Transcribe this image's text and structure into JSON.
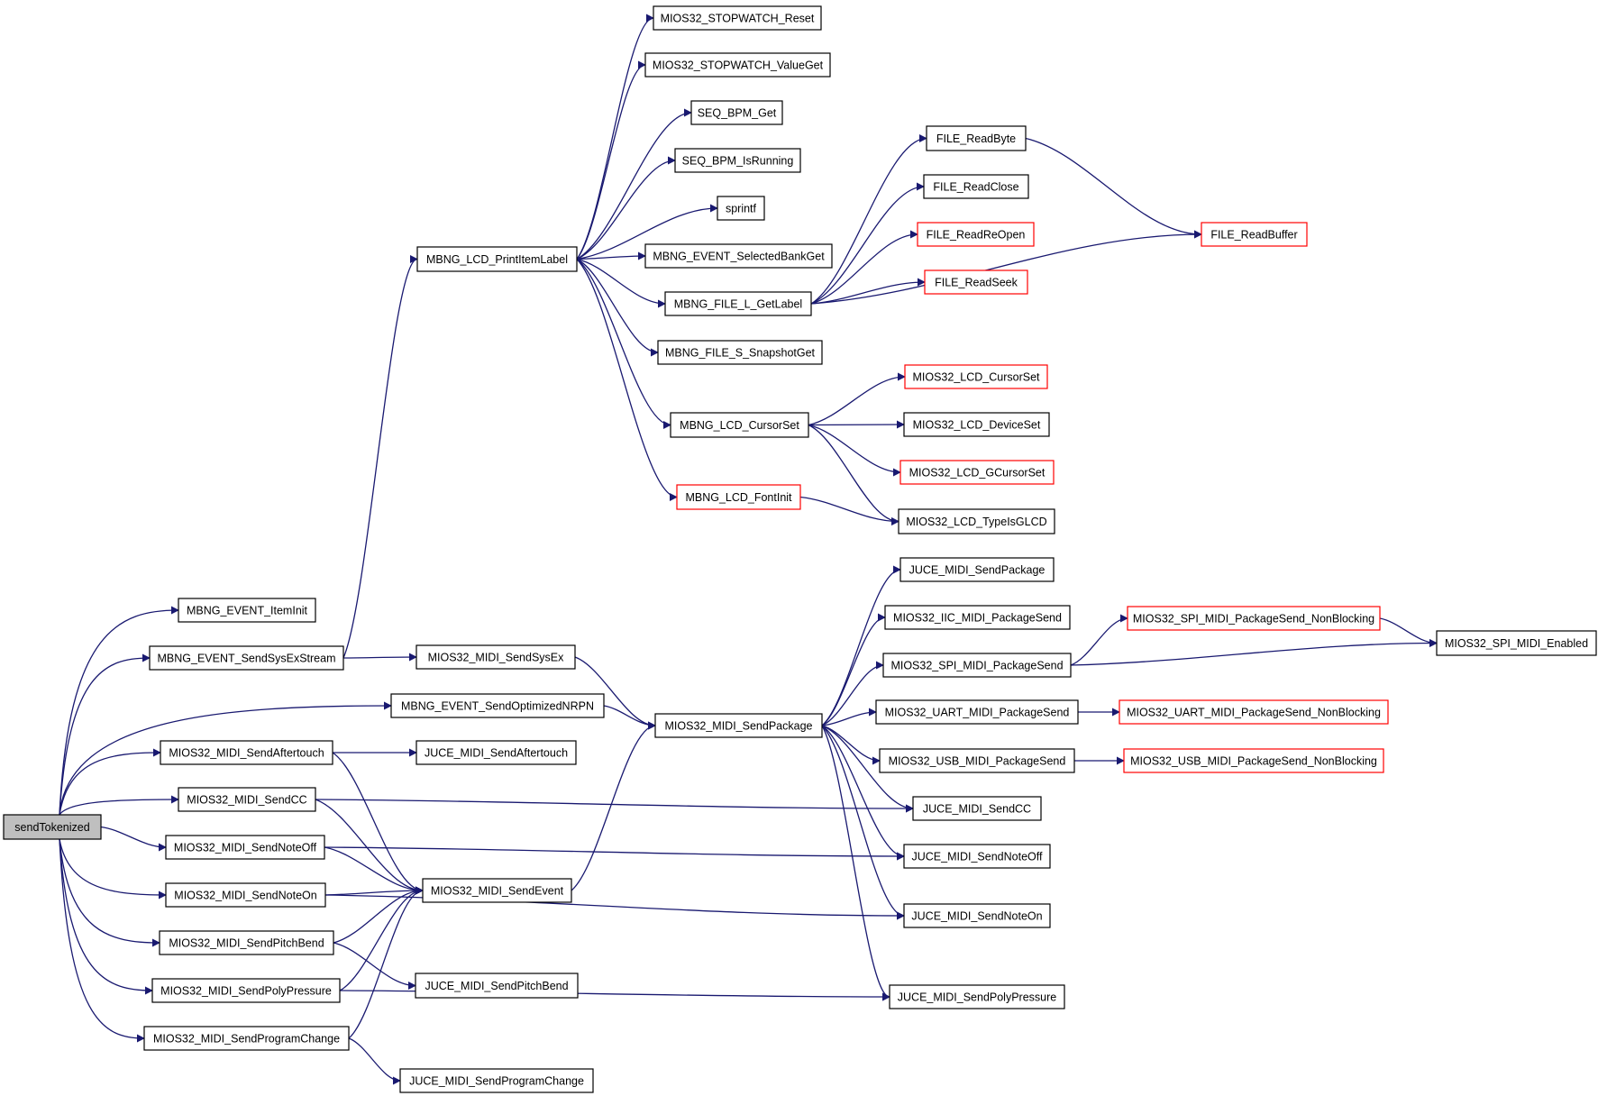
{
  "colors": {
    "edge": "#191970",
    "truncated_border": "#ff0000",
    "normal_border": "#000000",
    "root_fill": "#bfbfbf"
  },
  "nodes": [
    {
      "id": "sendTokenized",
      "label": "sendTokenized",
      "root": true
    },
    {
      "id": "MBNG_EVENT_ItemInit",
      "label": "MBNG_EVENT_ItemInit"
    },
    {
      "id": "MBNG_EVENT_SendSysExStream",
      "label": "MBNG_EVENT_SendSysExStream"
    },
    {
      "id": "MBNG_EVENT_SendOptimizedNRPN",
      "label": "MBNG_EVENT_SendOptimizedNRPN"
    },
    {
      "id": "MIOS32_MIDI_SendAftertouch",
      "label": "MIOS32_MIDI_SendAftertouch"
    },
    {
      "id": "MIOS32_MIDI_SendCC",
      "label": "MIOS32_MIDI_SendCC"
    },
    {
      "id": "MIOS32_MIDI_SendNoteOff",
      "label": "MIOS32_MIDI_SendNoteOff"
    },
    {
      "id": "MIOS32_MIDI_SendNoteOn",
      "label": "MIOS32_MIDI_SendNoteOn"
    },
    {
      "id": "MIOS32_MIDI_SendPitchBend",
      "label": "MIOS32_MIDI_SendPitchBend"
    },
    {
      "id": "MIOS32_MIDI_SendPolyPressure",
      "label": "MIOS32_MIDI_SendPolyPressure"
    },
    {
      "id": "MIOS32_MIDI_SendProgramChange",
      "label": "MIOS32_MIDI_SendProgramChange"
    },
    {
      "id": "MBNG_LCD_PrintItemLabel",
      "label": "MBNG_LCD_PrintItemLabel"
    },
    {
      "id": "MIOS32_MIDI_SendSysEx",
      "label": "MIOS32_MIDI_SendSysEx"
    },
    {
      "id": "JUCE_MIDI_SendAftertouch",
      "label": "JUCE_MIDI_SendAftertouch"
    },
    {
      "id": "MIOS32_MIDI_SendEvent",
      "label": "MIOS32_MIDI_SendEvent"
    },
    {
      "id": "JUCE_MIDI_SendPitchBend",
      "label": "JUCE_MIDI_SendPitchBend"
    },
    {
      "id": "JUCE_MIDI_SendProgramChange",
      "label": "JUCE_MIDI_SendProgramChange"
    },
    {
      "id": "MIOS32_STOPWATCH_Reset",
      "label": "MIOS32_STOPWATCH_Reset"
    },
    {
      "id": "MIOS32_STOPWATCH_ValueGet",
      "label": "MIOS32_STOPWATCH_ValueGet"
    },
    {
      "id": "SEQ_BPM_Get",
      "label": "SEQ_BPM_Get"
    },
    {
      "id": "SEQ_BPM_IsRunning",
      "label": "SEQ_BPM_IsRunning"
    },
    {
      "id": "sprintf",
      "label": "sprintf"
    },
    {
      "id": "MBNG_EVENT_SelectedBankGet",
      "label": "MBNG_EVENT_SelectedBankGet"
    },
    {
      "id": "MBNG_FILE_L_GetLabel",
      "label": "MBNG_FILE_L_GetLabel"
    },
    {
      "id": "MBNG_FILE_S_SnapshotGet",
      "label": "MBNG_FILE_S_SnapshotGet"
    },
    {
      "id": "MBNG_LCD_CursorSet",
      "label": "MBNG_LCD_CursorSet"
    },
    {
      "id": "MBNG_LCD_FontInit",
      "label": "MBNG_LCD_FontInit",
      "truncated": true
    },
    {
      "id": "MIOS32_MIDI_SendPackage",
      "label": "MIOS32_MIDI_SendPackage"
    },
    {
      "id": "FILE_ReadByte",
      "label": "FILE_ReadByte"
    },
    {
      "id": "FILE_ReadClose",
      "label": "FILE_ReadClose"
    },
    {
      "id": "FILE_ReadReOpen",
      "label": "FILE_ReadReOpen",
      "truncated": true
    },
    {
      "id": "FILE_ReadSeek",
      "label": "FILE_ReadSeek",
      "truncated": true
    },
    {
      "id": "MIOS32_LCD_CursorSet",
      "label": "MIOS32_LCD_CursorSet",
      "truncated": true
    },
    {
      "id": "MIOS32_LCD_DeviceSet",
      "label": "MIOS32_LCD_DeviceSet"
    },
    {
      "id": "MIOS32_LCD_GCursorSet",
      "label": "MIOS32_LCD_GCursorSet",
      "truncated": true
    },
    {
      "id": "MIOS32_LCD_TypeIsGLCD",
      "label": "MIOS32_LCD_TypeIsGLCD"
    },
    {
      "id": "JUCE_MIDI_SendPackage",
      "label": "JUCE_MIDI_SendPackage"
    },
    {
      "id": "MIOS32_IIC_MIDI_PackageSend",
      "label": "MIOS32_IIC_MIDI_PackageSend"
    },
    {
      "id": "MIOS32_SPI_MIDI_PackageSend",
      "label": "MIOS32_SPI_MIDI_PackageSend"
    },
    {
      "id": "MIOS32_UART_MIDI_PackageSend",
      "label": "MIOS32_UART_MIDI_PackageSend"
    },
    {
      "id": "MIOS32_USB_MIDI_PackageSend",
      "label": "MIOS32_USB_MIDI_PackageSend"
    },
    {
      "id": "JUCE_MIDI_SendCC",
      "label": "JUCE_MIDI_SendCC"
    },
    {
      "id": "JUCE_MIDI_SendNoteOff",
      "label": "JUCE_MIDI_SendNoteOff"
    },
    {
      "id": "JUCE_MIDI_SendNoteOn",
      "label": "JUCE_MIDI_SendNoteOn"
    },
    {
      "id": "JUCE_MIDI_SendPolyPressure",
      "label": "JUCE_MIDI_SendPolyPressure"
    },
    {
      "id": "FILE_ReadBuffer",
      "label": "FILE_ReadBuffer",
      "truncated": true
    },
    {
      "id": "MIOS32_SPI_MIDI_PackageSend_NonBlocking",
      "label": "MIOS32_SPI_MIDI_PackageSend_NonBlocking",
      "truncated": true
    },
    {
      "id": "MIOS32_SPI_MIDI_Enabled",
      "label": "MIOS32_SPI_MIDI_Enabled"
    },
    {
      "id": "MIOS32_UART_MIDI_PackageSend_NonBlocking",
      "label": "MIOS32_UART_MIDI_PackageSend_NonBlocking",
      "truncated": true
    },
    {
      "id": "MIOS32_USB_MIDI_PackageSend_NonBlocking",
      "label": "MIOS32_USB_MIDI_PackageSend_NonBlocking",
      "truncated": true
    }
  ],
  "edges": [
    {
      "from": "sendTokenized",
      "to": "MBNG_EVENT_ItemInit"
    },
    {
      "from": "sendTokenized",
      "to": "MBNG_EVENT_SendSysExStream"
    },
    {
      "from": "sendTokenized",
      "to": "MBNG_EVENT_SendOptimizedNRPN"
    },
    {
      "from": "sendTokenized",
      "to": "MIOS32_MIDI_SendAftertouch"
    },
    {
      "from": "sendTokenized",
      "to": "MIOS32_MIDI_SendCC"
    },
    {
      "from": "sendTokenized",
      "to": "MIOS32_MIDI_SendNoteOff"
    },
    {
      "from": "sendTokenized",
      "to": "MIOS32_MIDI_SendNoteOn"
    },
    {
      "from": "sendTokenized",
      "to": "MIOS32_MIDI_SendPitchBend"
    },
    {
      "from": "sendTokenized",
      "to": "MIOS32_MIDI_SendPolyPressure"
    },
    {
      "from": "sendTokenized",
      "to": "MIOS32_MIDI_SendProgramChange"
    },
    {
      "from": "MBNG_EVENT_SendSysExStream",
      "to": "MBNG_LCD_PrintItemLabel"
    },
    {
      "from": "MBNG_EVENT_SendSysExStream",
      "to": "MIOS32_MIDI_SendSysEx"
    },
    {
      "from": "MBNG_EVENT_SendOptimizedNRPN",
      "to": "MIOS32_MIDI_SendPackage"
    },
    {
      "from": "MIOS32_MIDI_SendAftertouch",
      "to": "JUCE_MIDI_SendAftertouch"
    },
    {
      "from": "MIOS32_MIDI_SendAftertouch",
      "to": "MIOS32_MIDI_SendEvent"
    },
    {
      "from": "MIOS32_MIDI_SendCC",
      "to": "JUCE_MIDI_SendCC"
    },
    {
      "from": "MIOS32_MIDI_SendCC",
      "to": "MIOS32_MIDI_SendEvent"
    },
    {
      "from": "MIOS32_MIDI_SendNoteOff",
      "to": "JUCE_MIDI_SendNoteOff"
    },
    {
      "from": "MIOS32_MIDI_SendNoteOff",
      "to": "MIOS32_MIDI_SendEvent"
    },
    {
      "from": "MIOS32_MIDI_SendNoteOn",
      "to": "MIOS32_MIDI_SendEvent"
    },
    {
      "from": "MIOS32_MIDI_SendNoteOn",
      "to": "JUCE_MIDI_SendNoteOn"
    },
    {
      "from": "MIOS32_MIDI_SendPitchBend",
      "to": "MIOS32_MIDI_SendEvent"
    },
    {
      "from": "MIOS32_MIDI_SendPitchBend",
      "to": "JUCE_MIDI_SendPitchBend"
    },
    {
      "from": "MIOS32_MIDI_SendPolyPressure",
      "to": "MIOS32_MIDI_SendEvent"
    },
    {
      "from": "MIOS32_MIDI_SendPolyPressure",
      "to": "JUCE_MIDI_SendPolyPressure"
    },
    {
      "from": "MIOS32_MIDI_SendProgramChange",
      "to": "MIOS32_MIDI_SendEvent"
    },
    {
      "from": "MIOS32_MIDI_SendProgramChange",
      "to": "JUCE_MIDI_SendProgramChange"
    },
    {
      "from": "MIOS32_MIDI_SendSysEx",
      "to": "MIOS32_MIDI_SendPackage"
    },
    {
      "from": "MIOS32_MIDI_SendEvent",
      "to": "MIOS32_MIDI_SendPackage"
    },
    {
      "from": "MBNG_LCD_PrintItemLabel",
      "to": "MIOS32_STOPWATCH_Reset"
    },
    {
      "from": "MBNG_LCD_PrintItemLabel",
      "to": "MIOS32_STOPWATCH_ValueGet"
    },
    {
      "from": "MBNG_LCD_PrintItemLabel",
      "to": "SEQ_BPM_Get"
    },
    {
      "from": "MBNG_LCD_PrintItemLabel",
      "to": "SEQ_BPM_IsRunning"
    },
    {
      "from": "MBNG_LCD_PrintItemLabel",
      "to": "sprintf"
    },
    {
      "from": "MBNG_LCD_PrintItemLabel",
      "to": "MBNG_EVENT_SelectedBankGet"
    },
    {
      "from": "MBNG_LCD_PrintItemLabel",
      "to": "MBNG_FILE_L_GetLabel"
    },
    {
      "from": "MBNG_LCD_PrintItemLabel",
      "to": "MBNG_FILE_S_SnapshotGet"
    },
    {
      "from": "MBNG_LCD_PrintItemLabel",
      "to": "MBNG_LCD_CursorSet"
    },
    {
      "from": "MBNG_LCD_PrintItemLabel",
      "to": "MBNG_LCD_FontInit"
    },
    {
      "from": "MBNG_FILE_L_GetLabel",
      "to": "FILE_ReadByte"
    },
    {
      "from": "MBNG_FILE_L_GetLabel",
      "to": "FILE_ReadClose"
    },
    {
      "from": "MBNG_FILE_L_GetLabel",
      "to": "FILE_ReadReOpen"
    },
    {
      "from": "MBNG_FILE_L_GetLabel",
      "to": "FILE_ReadSeek"
    },
    {
      "from": "MBNG_FILE_L_GetLabel",
      "to": "FILE_ReadBuffer"
    },
    {
      "from": "FILE_ReadByte",
      "to": "FILE_ReadBuffer"
    },
    {
      "from": "MBNG_LCD_CursorSet",
      "to": "MIOS32_LCD_CursorSet"
    },
    {
      "from": "MBNG_LCD_CursorSet",
      "to": "MIOS32_LCD_DeviceSet"
    },
    {
      "from": "MBNG_LCD_CursorSet",
      "to": "MIOS32_LCD_GCursorSet"
    },
    {
      "from": "MBNG_LCD_CursorSet",
      "to": "MIOS32_LCD_TypeIsGLCD"
    },
    {
      "from": "MBNG_LCD_FontInit",
      "to": "MIOS32_LCD_TypeIsGLCD"
    },
    {
      "from": "MIOS32_MIDI_SendPackage",
      "to": "JUCE_MIDI_SendPackage"
    },
    {
      "from": "MIOS32_MIDI_SendPackage",
      "to": "MIOS32_IIC_MIDI_PackageSend"
    },
    {
      "from": "MIOS32_MIDI_SendPackage",
      "to": "MIOS32_SPI_MIDI_PackageSend"
    },
    {
      "from": "MIOS32_MIDI_SendPackage",
      "to": "MIOS32_UART_MIDI_PackageSend"
    },
    {
      "from": "MIOS32_MIDI_SendPackage",
      "to": "MIOS32_USB_MIDI_PackageSend"
    },
    {
      "from": "MIOS32_MIDI_SendPackage",
      "to": "JUCE_MIDI_SendCC"
    },
    {
      "from": "MIOS32_MIDI_SendPackage",
      "to": "JUCE_MIDI_SendNoteOff"
    },
    {
      "from": "MIOS32_MIDI_SendPackage",
      "to": "JUCE_MIDI_SendNoteOn"
    },
    {
      "from": "MIOS32_MIDI_SendPackage",
      "to": "JUCE_MIDI_SendPolyPressure"
    },
    {
      "from": "MIOS32_SPI_MIDI_PackageSend",
      "to": "MIOS32_SPI_MIDI_PackageSend_NonBlocking"
    },
    {
      "from": "MIOS32_SPI_MIDI_PackageSend",
      "to": "MIOS32_SPI_MIDI_Enabled"
    },
    {
      "from": "MIOS32_SPI_MIDI_PackageSend_NonBlocking",
      "to": "MIOS32_SPI_MIDI_Enabled"
    },
    {
      "from": "MIOS32_UART_MIDI_PackageSend",
      "to": "MIOS32_UART_MIDI_PackageSend_NonBlocking"
    },
    {
      "from": "MIOS32_USB_MIDI_PackageSend",
      "to": "MIOS32_USB_MIDI_PackageSend_NonBlocking"
    }
  ]
}
